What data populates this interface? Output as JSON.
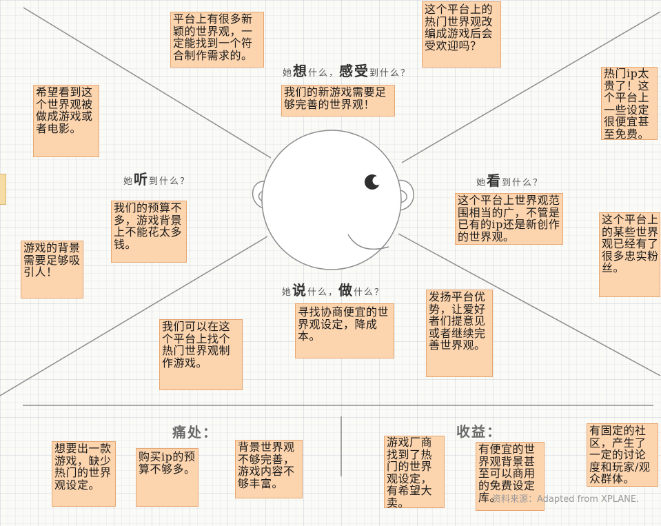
{
  "headings": {
    "think_feel": {
      "she": "她",
      "think": "想",
      "what": "什么，",
      "feel": "感受",
      "to_what": "到什么？"
    },
    "hear": {
      "she": "她",
      "hear": "听",
      "to_what": "到什么？"
    },
    "see": {
      "she": "她",
      "see": "看",
      "to_what": "到什么？"
    },
    "say_do": {
      "she": "她",
      "say": "说",
      "what": "什么，",
      "do": "做",
      "what_end": "什么？"
    }
  },
  "sections": {
    "pains": "痛处：",
    "gains": "收益："
  },
  "source": "资料来源：Adapted from XPLANE.",
  "notes": {
    "think_feel": [
      {
        "text": "平台上有很多新\n颖的世界观，一\n定能找到一个符\n合制作需求的。"
      },
      {
        "text": "这个平台上的\n热门世界观改\n编成游戏后会\n受欢迎吗？"
      },
      {
        "text": "我们的新游戏需要足\n够完善的世界观！"
      }
    ],
    "hear": [
      {
        "text": "希望看到这\n个世界观被\n做成游戏或\n者电影。"
      },
      {
        "text": "我们的预算不\n多，游戏背景\n上不能花太多\n钱。"
      },
      {
        "text": "游戏的背景\n需要足够吸\n引人！"
      }
    ],
    "see": [
      {
        "text": "热门ip太\n贵了！这\n个平台上\n一些设定\n很便宜甚\n至免费。"
      },
      {
        "text": "这个平台上世界观范\n围相当的广，不管是\n已有的ip还是新创作\n的世界观。"
      },
      {
        "text": "这个平台上\n的某些世界\n观已经有了\n很多忠实粉\n丝。"
      }
    ],
    "say_do": [
      {
        "text": "寻找协商便宜的世\n界观设定，降成\n本。"
      },
      {
        "text": "发扬平台优\n势，让爱好\n者们提意见\n或者继续完\n善世界观。"
      },
      {
        "text": "我们可以在这\n个平台上找个\n热门世界观制\n作游戏。"
      }
    ],
    "pains": [
      {
        "text": "想要出一款\n游戏，缺少\n热门的世界\n观设定。"
      },
      {
        "text": "购买ip的预\n算不够多。"
      },
      {
        "text": "背景世界观\n不够完善，\n游戏内容不\n够丰富。"
      }
    ],
    "gains": [
      {
        "text": "游戏厂商\n找到了热\n门的世界\n观设定，\n有希望大\n卖。"
      },
      {
        "text": "有便宜的世\n界观背景甚\n至可以商用\n的免费设定\n库。"
      },
      {
        "text": "有固定的社\n区，产生了\n一定的讨论\n度和玩家/观\n众群体。"
      }
    ]
  },
  "colors": {
    "note_fill": "#fcd4ae",
    "note_border": "#e6a672",
    "line": "#8c8c8c",
    "ink": "#1a1a1a"
  }
}
